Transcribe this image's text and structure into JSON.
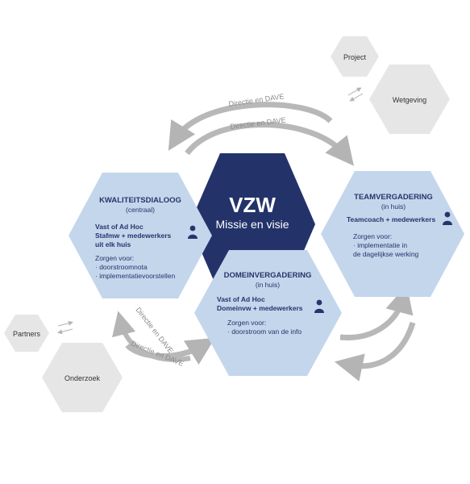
{
  "colors": {
    "dark_navy": "#23336a",
    "light_blue": "#c3d6ec",
    "light_grey": "#e6e6e6",
    "arrow_grey": "#b4b4b4",
    "text_navy": "#25356b"
  },
  "center": {
    "title": "VZW",
    "subtitle": "Missie en visie"
  },
  "kwaliteitsdialoog": {
    "title": "KWALITEITSDIALOOG",
    "subtitle": "(centraal)",
    "line1": "Vast of Ad Hoc",
    "line2": "Stafmw + medewerkers",
    "line3": "uit elk huis",
    "zorgen": "Zorgen voor:",
    "item1": "· doorstroomnota",
    "item2": "· implementatievoorstellen",
    "icon": "person-icon"
  },
  "teamvergadering": {
    "title": "TEAMVERGADERING",
    "subtitle": "(in huis)",
    "line1": "Teamcoach + medewerkers",
    "zorgen": "Zorgen voor:",
    "item1": "· implementatie in",
    "item2": "de dagelijkse werking",
    "icon": "person-icon"
  },
  "domeinvergadering": {
    "title": "DOMEINVERGADERING",
    "subtitle": "(in huis)",
    "line1": "Vast of Ad Hoc",
    "line2": "Domeinvw + medewerkers",
    "zorgen": "Zorgen voor:",
    "item1": "· doorstroom van de info",
    "icon": "person-icon"
  },
  "external": {
    "project": "Project",
    "wetgeving": "Wetgeving",
    "partners": "Partners",
    "onderzoek": "Onderzoek"
  },
  "arrows": {
    "top_left": "Directie en DAVE",
    "top_right": "Directie en DAVE",
    "bottom_upper": "Directie en DAVE",
    "bottom_lower": "Directie en DAVE"
  }
}
